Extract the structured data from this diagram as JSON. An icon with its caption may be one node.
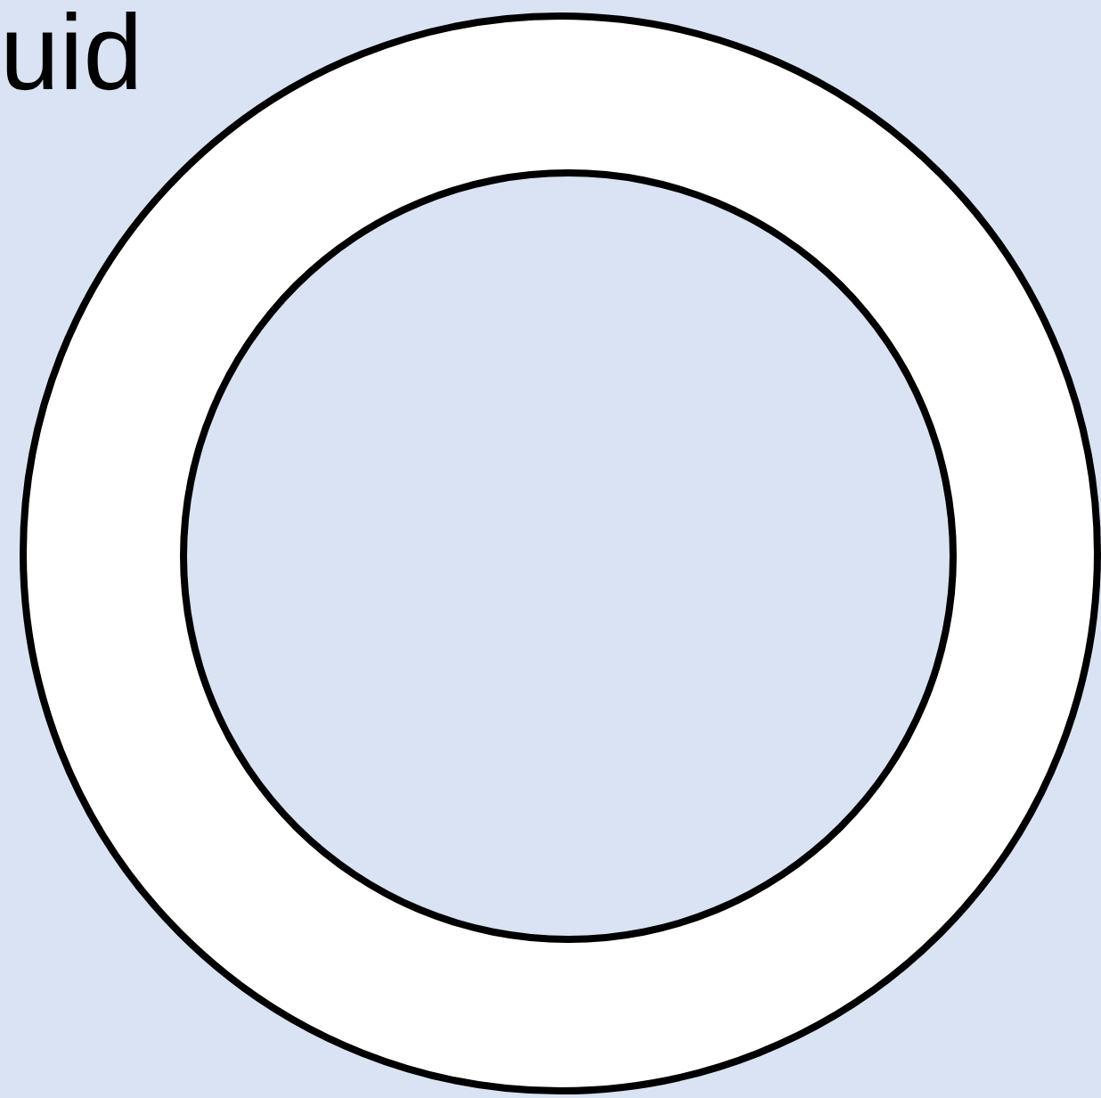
{
  "diagram": {
    "nodes": [
      {
        "text": [],
        "shape": "circle"
      },
      {
        "text": [],
        "shape": "circle",
        "in": 0
      }
    ],
    "labels": [
      "uid"
    ]
  }
}
